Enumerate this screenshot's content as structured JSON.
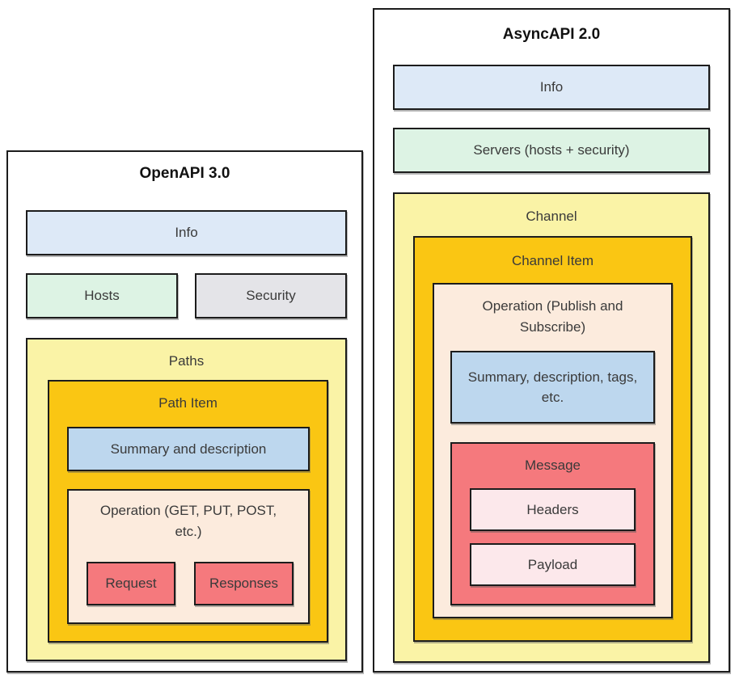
{
  "colors": {
    "info_blue": "#dde9f7",
    "summary_blue": "#bdd7ee",
    "hosts_green": "#ddf3e4",
    "security_gray": "#e4e4e8",
    "container_yellow": "#faf3a6",
    "item_gold": "#fac613",
    "operation_peach": "#fcebdd",
    "message_red": "#f5797d",
    "payload_pink": "#fce8eb",
    "border_black": "#1c1c1c"
  },
  "openapi": {
    "title": "OpenAPI 3.0",
    "info": "Info",
    "hosts": "Hosts",
    "security": "Security",
    "paths": {
      "label": "Paths",
      "path_item": {
        "label": "Path Item",
        "summary": "Summary and description",
        "operation": {
          "label": "Operation (GET, PUT, POST, etc.)",
          "request": "Request",
          "responses": "Responses"
        }
      }
    }
  },
  "asyncapi": {
    "title": "AsyncAPI 2.0",
    "info": "Info",
    "servers": "Servers (hosts + security)",
    "channel": {
      "label": "Channel",
      "channel_item": {
        "label": "Channel Item",
        "operation": {
          "label": "Operation (Publish and Subscribe)",
          "summary": "Summary, description, tags, etc.",
          "message": {
            "label": "Message",
            "headers": "Headers",
            "payload": "Payload"
          }
        }
      }
    }
  }
}
